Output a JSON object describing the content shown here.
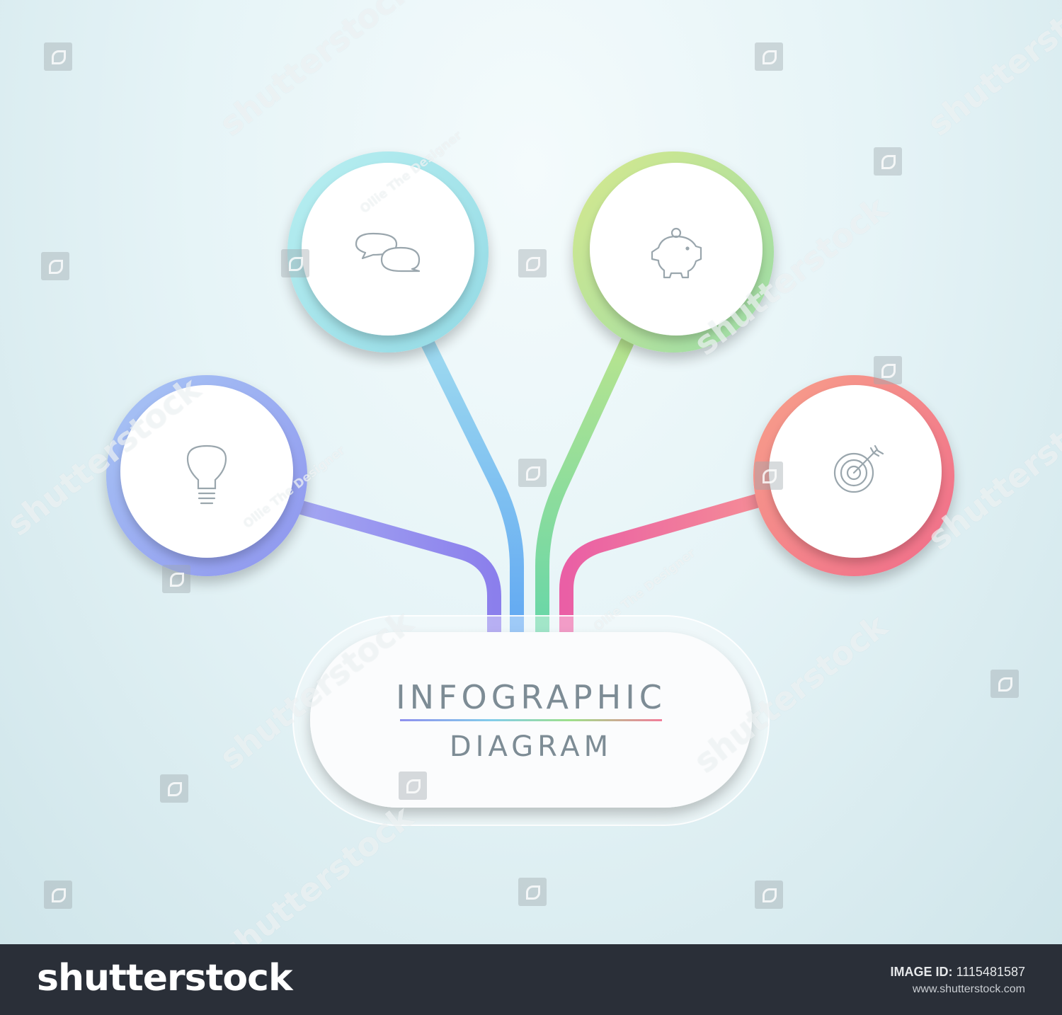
{
  "diagram": {
    "title_line1": "INFOGRAPHIC",
    "title_line2": "DIAGRAM",
    "nodes": [
      {
        "icon": "lightbulb-icon",
        "ring_color": "#9ba8f2",
        "connector_color": "#8f86ec"
      },
      {
        "icon": "speech-bubbles-icon",
        "ring_color": "#a6e6ec",
        "connector_color": "#6fb6ee"
      },
      {
        "icon": "piggy-bank-icon",
        "ring_color": "#b7e095",
        "connector_color": "#6fd6a2"
      },
      {
        "icon": "target-icon",
        "ring_color": "#f3858f",
        "connector_color": "#ef6aa2"
      }
    ]
  },
  "watermark": {
    "brand": "shutterstock",
    "credit": "Ollie The Designer"
  },
  "footer": {
    "logo": "shutterstock",
    "image_id_label": "IMAGE ID:",
    "image_id": "1115481587",
    "url": "www.shutterstock.com"
  }
}
